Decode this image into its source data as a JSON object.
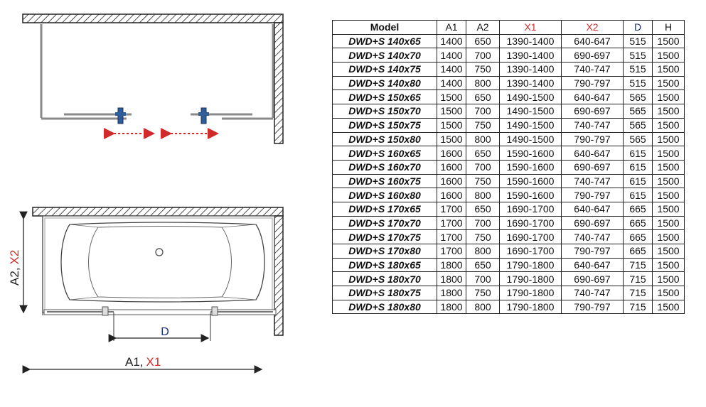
{
  "colors": {
    "red": "#d22a2a",
    "navy": "#1c2f7a",
    "gray": "#8a8a8a",
    "accent_blue": "#2f5d9a"
  },
  "diagram": {
    "dim_d": "D",
    "dim_a1": "A1,",
    "dim_x1": "X1",
    "dim_a2": "A2,",
    "dim_x2": "X2"
  },
  "table": {
    "headers": [
      "Model",
      "A1",
      "A2",
      "X1",
      "X2",
      "D",
      "H"
    ],
    "rows": [
      [
        "DWD+S 140x65",
        "1400",
        "650",
        "1390-1400",
        "640-647",
        "515",
        "1500"
      ],
      [
        "DWD+S 140x70",
        "1400",
        "700",
        "1390-1400",
        "690-697",
        "515",
        "1500"
      ],
      [
        "DWD+S 140x75",
        "1400",
        "750",
        "1390-1400",
        "740-747",
        "515",
        "1500"
      ],
      [
        "DWD+S 140x80",
        "1400",
        "800",
        "1390-1400",
        "790-797",
        "515",
        "1500"
      ],
      [
        "DWD+S 150x65",
        "1500",
        "650",
        "1490-1500",
        "640-647",
        "565",
        "1500"
      ],
      [
        "DWD+S 150x70",
        "1500",
        "700",
        "1490-1500",
        "690-697",
        "565",
        "1500"
      ],
      [
        "DWD+S 150x75",
        "1500",
        "750",
        "1490-1500",
        "740-747",
        "565",
        "1500"
      ],
      [
        "DWD+S 150x80",
        "1500",
        "800",
        "1490-1500",
        "790-797",
        "565",
        "1500"
      ],
      [
        "DWD+S 160x65",
        "1600",
        "650",
        "1590-1600",
        "640-647",
        "615",
        "1500"
      ],
      [
        "DWD+S 160x70",
        "1600",
        "700",
        "1590-1600",
        "690-697",
        "615",
        "1500"
      ],
      [
        "DWD+S 160x75",
        "1600",
        "750",
        "1590-1600",
        "740-747",
        "615",
        "1500"
      ],
      [
        "DWD+S 160x80",
        "1600",
        "800",
        "1590-1600",
        "790-797",
        "615",
        "1500"
      ],
      [
        "DWD+S 170x65",
        "1700",
        "650",
        "1690-1700",
        "640-647",
        "665",
        "1500"
      ],
      [
        "DWD+S 170x70",
        "1700",
        "700",
        "1690-1700",
        "690-697",
        "665",
        "1500"
      ],
      [
        "DWD+S 170x75",
        "1700",
        "750",
        "1690-1700",
        "740-747",
        "665",
        "1500"
      ],
      [
        "DWD+S 170x80",
        "1700",
        "800",
        "1690-1700",
        "790-797",
        "665",
        "1500"
      ],
      [
        "DWD+S 180x65",
        "1800",
        "650",
        "1790-1800",
        "640-647",
        "715",
        "1500"
      ],
      [
        "DWD+S 180x70",
        "1800",
        "700",
        "1790-1800",
        "690-697",
        "715",
        "1500"
      ],
      [
        "DWD+S 180x75",
        "1800",
        "750",
        "1790-1800",
        "740-747",
        "715",
        "1500"
      ],
      [
        "DWD+S 180x80",
        "1800",
        "800",
        "1790-1800",
        "790-797",
        "715",
        "1500"
      ]
    ]
  }
}
